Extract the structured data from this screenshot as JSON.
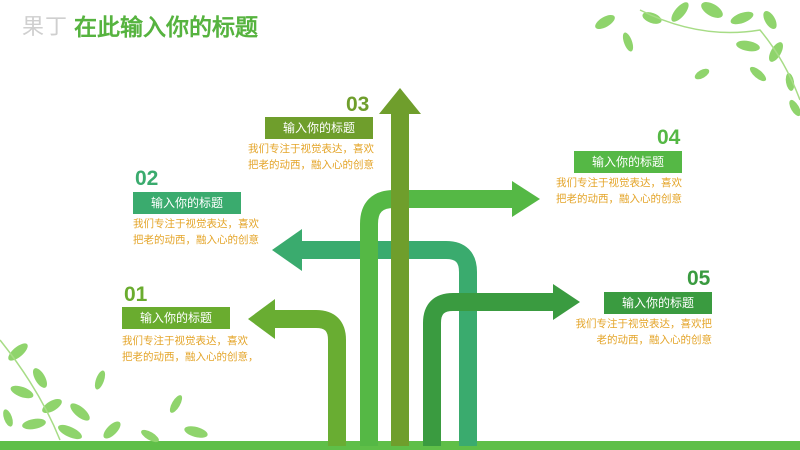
{
  "watermark": "果丁",
  "title": "在此输入你的标题",
  "colors": {
    "accent": "#56b33f",
    "dark_green": "#6f9e2c",
    "teal_green": "#3aab6e",
    "mid_green": "#4aa63f",
    "desc_text": "#e4a52a"
  },
  "items": [
    {
      "num": "01",
      "label": "输入你的标题",
      "desc_line1": "我们专注于视觉表达，喜欢",
      "desc_line2": "把老的动西，融入心的创意，"
    },
    {
      "num": "02",
      "label": "输入你的标题",
      "desc_line1": "我们专注于视觉表达，喜欢",
      "desc_line2": "把老的动西，融入心的创意"
    },
    {
      "num": "03",
      "label": "输入你的标题",
      "desc_line1": "我们专注于视觉表达，喜欢",
      "desc_line2": "把老的动西，融入心的创意"
    },
    {
      "num": "04",
      "label": "输入你的标题",
      "desc_line1": "我们专注于视觉表达，喜欢",
      "desc_line2": "把老的动西，融入心的创意"
    },
    {
      "num": "05",
      "label": "输入你的标题",
      "desc_line1": "我们专注于视觉表达，喜欢把",
      "desc_line2": "老的动西，融入心的创意"
    }
  ]
}
